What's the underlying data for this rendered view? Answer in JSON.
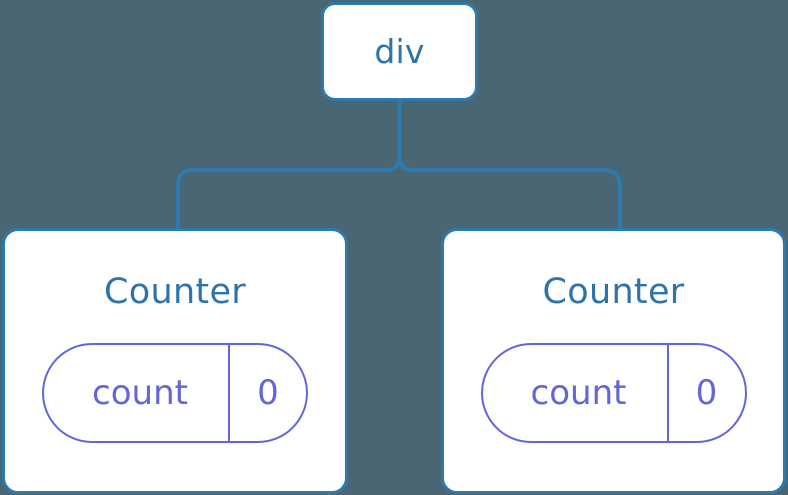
{
  "diagram": {
    "type": "component-tree",
    "background_color": "#4a6672",
    "node_border_color": "#2b7ab0",
    "node_fill_color": "#ffffff",
    "node_text_color": "#2e74a8",
    "state_pill_color": "#6366d8",
    "connector_color": "#2b7ab0",
    "root": {
      "label": "div"
    },
    "children": [
      {
        "label": "Counter",
        "state": {
          "key": "count",
          "value": "0"
        }
      },
      {
        "label": "Counter",
        "state": {
          "key": "count",
          "value": "0"
        }
      }
    ]
  }
}
